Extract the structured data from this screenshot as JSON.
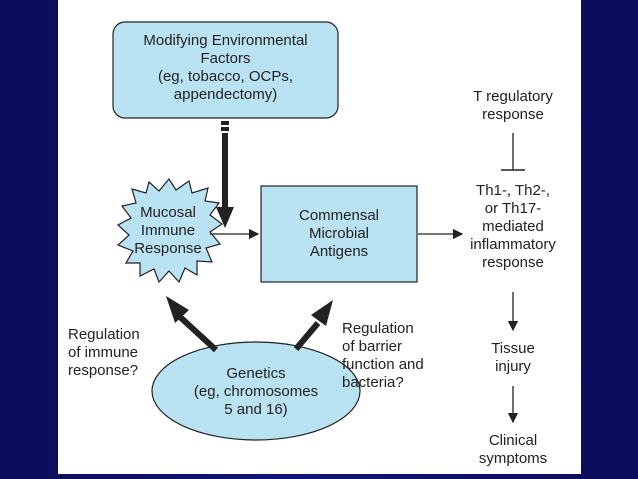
{
  "nodes": {
    "env": "Modifying Environmental\nFactors\n(eg, tobacco, OCPs,\nappendectomy)",
    "mucosal": "Mucosal\nImmune\nResponse",
    "commensal": "Commensal\nMicrobial\nAntigens",
    "genetics": "Genetics\n(eg, chromosomes\n5 and 16)",
    "treg": "T regulatory\nresponse",
    "th": "Th1-, Th2-,\nor Th17-\nmediated\ninflammatory\nresponse",
    "tissue": "Tissue\ninjury",
    "clinical": "Clinical\nsymptoms"
  },
  "labels": {
    "reg_immune": "Regulation\nof immune\nresponse?",
    "reg_barrier": "Regulation\nof barrier\nfunction and\nbacteria?"
  },
  "colors": {
    "box_fill": "#b9e2f3",
    "stroke": "#222222",
    "background": "#0e1270"
  }
}
